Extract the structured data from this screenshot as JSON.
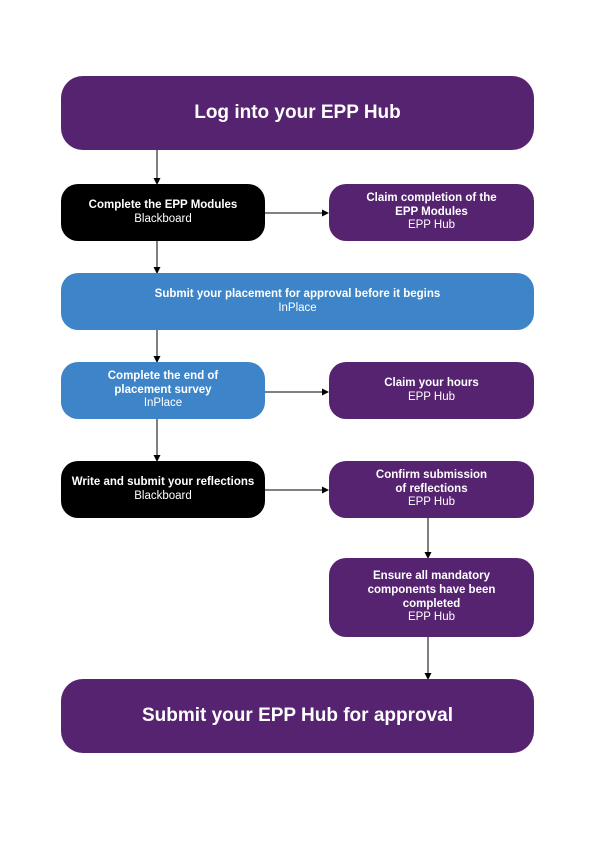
{
  "steps": {
    "login": {
      "title": "Log into your EPP Hub"
    },
    "modules": {
      "title": "Complete the EPP Modules",
      "system": "Blackboard"
    },
    "claim_modules": {
      "title": "Claim completion of the EPP Modules",
      "system": "EPP Hub"
    },
    "placement": {
      "title": "Submit your placement for approval before it begins",
      "system": "InPlace"
    },
    "survey": {
      "title": "Complete the end of placement survey",
      "system": "InPlace"
    },
    "claim_hours": {
      "title": "Claim your hours",
      "system": "EPP Hub"
    },
    "reflections": {
      "title": "Write and submit your reflections",
      "system": "Blackboard"
    },
    "confirm_reflections": {
      "title": "Confirm submission of reflections",
      "system": "EPP Hub"
    },
    "mandatory": {
      "title": "Ensure all mandatory components have been completed",
      "system": "EPP Hub"
    },
    "submit_hub": {
      "title": "Submit your EPP Hub for approval"
    }
  },
  "colors": {
    "purple": "#55236f",
    "black": "#000000",
    "blue": "#3d84c8",
    "arrow": "#000000"
  }
}
